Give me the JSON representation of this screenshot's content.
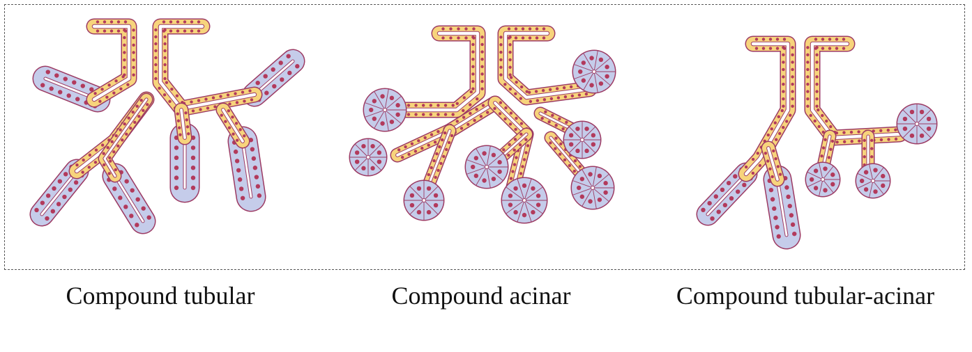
{
  "colors": {
    "frame": "#555555",
    "duct_fill": "#F7D47C",
    "secretory_fill": "#C5CCEA",
    "membrane": "#9C3A63",
    "nucleus": "#B23A5C",
    "lumen": "#FFFFFF"
  },
  "panels": [
    {
      "kind": "compound-tubular",
      "caption": "Compound tubular",
      "icon": "compound-tubular-gland-illustration"
    },
    {
      "kind": "compound-acinar",
      "caption": "Compound acinar",
      "icon": "compound-acinar-gland-illustration"
    },
    {
      "kind": "compound-tubular-acinar",
      "caption": "Compound tubular-acinar",
      "icon": "compound-tubular-acinar-gland-illustration"
    }
  ]
}
